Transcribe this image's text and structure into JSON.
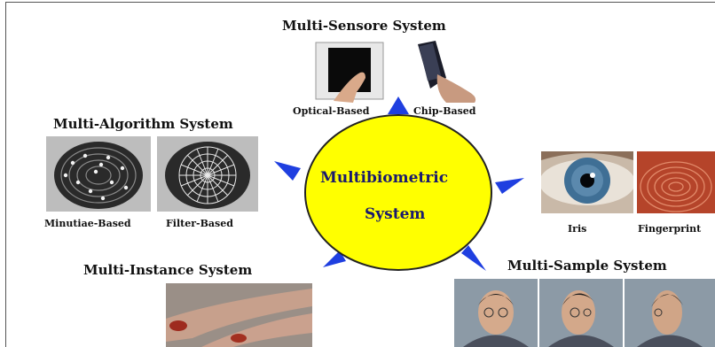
{
  "diagram": {
    "center": {
      "line1": "Multibiometric",
      "line2": "System"
    },
    "colors": {
      "circle": "#ffff00",
      "arrow": "#1f3fe0",
      "center_text": "#1a1a6e"
    },
    "multi_sensor": {
      "title": "Multi-Sensore System",
      "items": [
        {
          "label": "Optical-Based"
        },
        {
          "label": "Chip-Based"
        }
      ]
    },
    "multi_algorithm": {
      "title": "Multi-Algorithm System",
      "items": [
        {
          "label": "Minutiae-Based"
        },
        {
          "label": "Filter-Based"
        }
      ]
    },
    "multi_modal": {
      "items": [
        {
          "label": "Iris"
        },
        {
          "label": "Fingerprint"
        }
      ]
    },
    "multi_instance": {
      "title": "Multi-Instance System"
    },
    "multi_sample": {
      "title": "Multi-Sample System"
    }
  }
}
